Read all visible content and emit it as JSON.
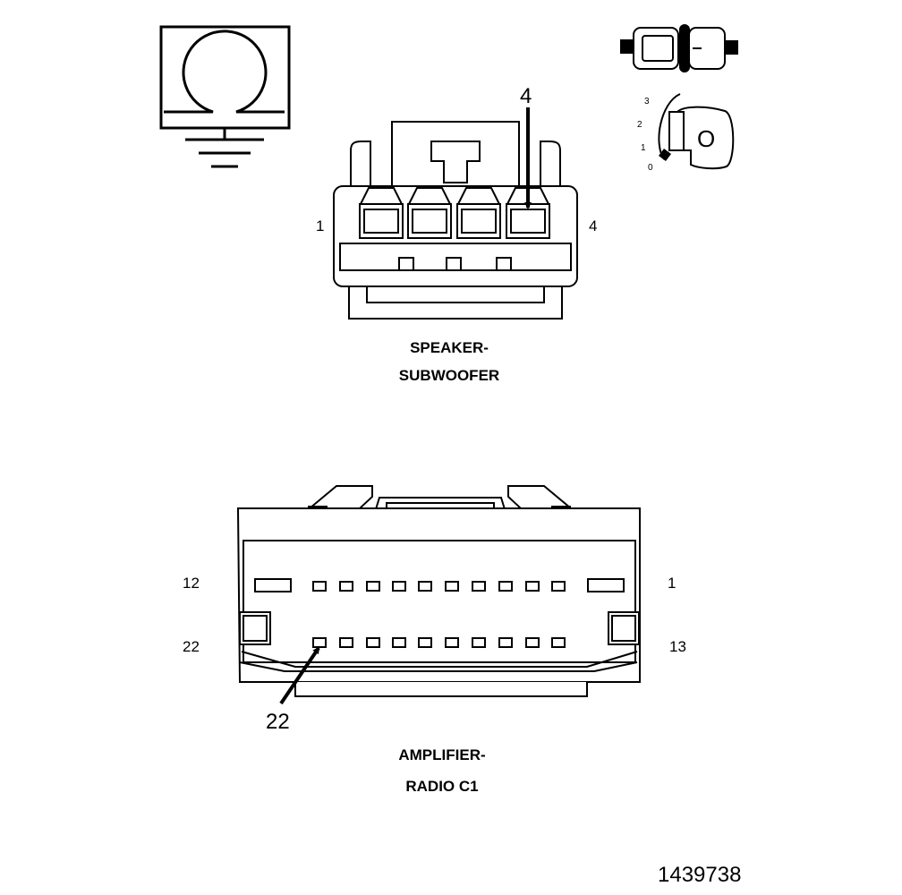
{
  "ignition_key": {
    "positions": [
      "3",
      "2",
      "1",
      "0"
    ],
    "key_label": "O"
  },
  "speaker_connector": {
    "title_line1": "SPEAKER-",
    "title_line2": "SUBWOOFER",
    "pin_left": "1",
    "pin_right": "4",
    "callout": "4"
  },
  "amplifier_connector": {
    "title_line1": "AMPLIFIER-",
    "title_line2": "RADIO C1",
    "row1_left": "12",
    "row1_right": "1",
    "row2_left": "22",
    "row2_right": "13",
    "callout": "22"
  },
  "figure_number": "1439738"
}
